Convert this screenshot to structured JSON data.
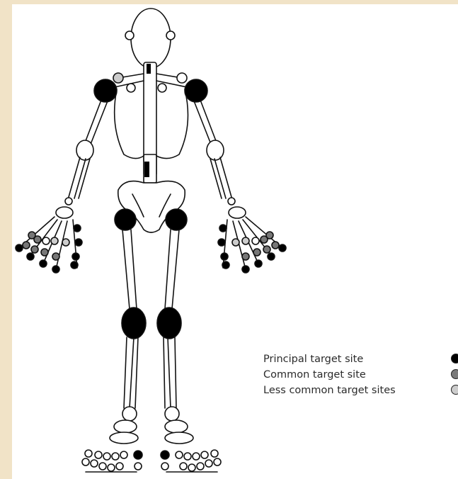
{
  "legend": {
    "items": [
      {
        "label": "Principal target site",
        "color": "#000000"
      },
      {
        "label": "Common target site",
        "color": "#7a7a7a"
      },
      {
        "label": "Less common target sites",
        "color": "#cccccc"
      }
    ]
  },
  "colors": {
    "background": "#f1e3c7",
    "canvas": "#ffffff",
    "outline": "#111111",
    "principal": "#000000",
    "common": "#7a7a7a",
    "less_common": "#cccccc"
  }
}
